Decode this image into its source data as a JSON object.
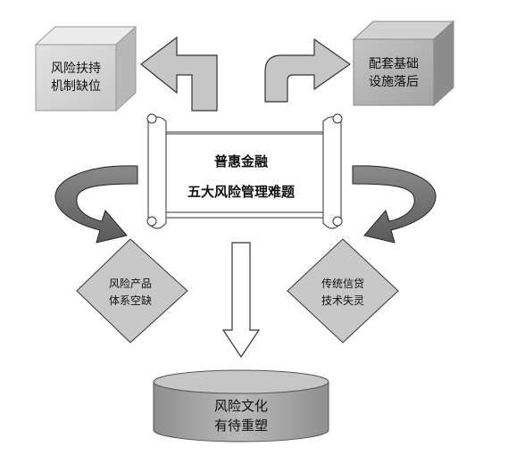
{
  "nodes": {
    "top_left_box": {
      "line1": "风险扶持",
      "line2": "机制缺位"
    },
    "top_right_box": {
      "line1": "配套基础",
      "line2": "设施落后"
    },
    "center_scroll": {
      "line1": "普惠金融",
      "line2": "五大风险管理难题"
    },
    "left_diamond": {
      "line1": "风险产品",
      "line2": "体系空缺"
    },
    "right_diamond": {
      "line1": "传统信贷",
      "line2": "技术失灵"
    },
    "bottom_cylinder": {
      "line1": "风险文化",
      "line2": "有待重塑"
    }
  },
  "colors": {
    "box_left_front": "#d4d4d4",
    "box_right_front": "#b4b4b4",
    "arrow_fill": "#c4c4c4",
    "curved_arrow_fill": "#6e6e6e",
    "diamond_fill": "#c8c8c8",
    "cylinder_fill": "#a8a8a8"
  }
}
